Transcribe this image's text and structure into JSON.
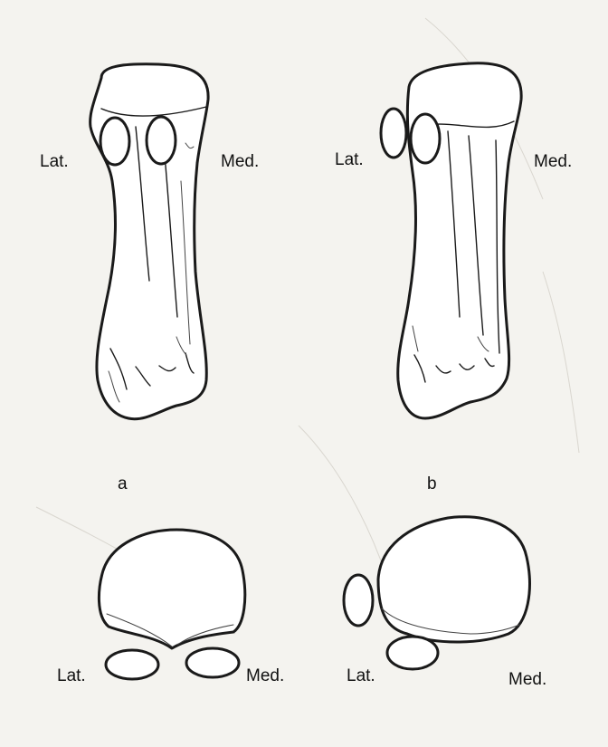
{
  "labels": {
    "panel_a": {
      "lateral": "Lat.",
      "medial": "Med.",
      "caption": "a",
      "bottom_lateral": "Lat.",
      "bottom_medial": "Med."
    },
    "panel_b": {
      "lateral": "Lat.",
      "medial": "Med.",
      "caption": "b",
      "bottom_lateral": "Lat.",
      "bottom_medial": "Med."
    }
  },
  "colors": {
    "background": "#f4f3ef",
    "ink": "#1a1a1a",
    "bone_fill": "#ffffff"
  }
}
